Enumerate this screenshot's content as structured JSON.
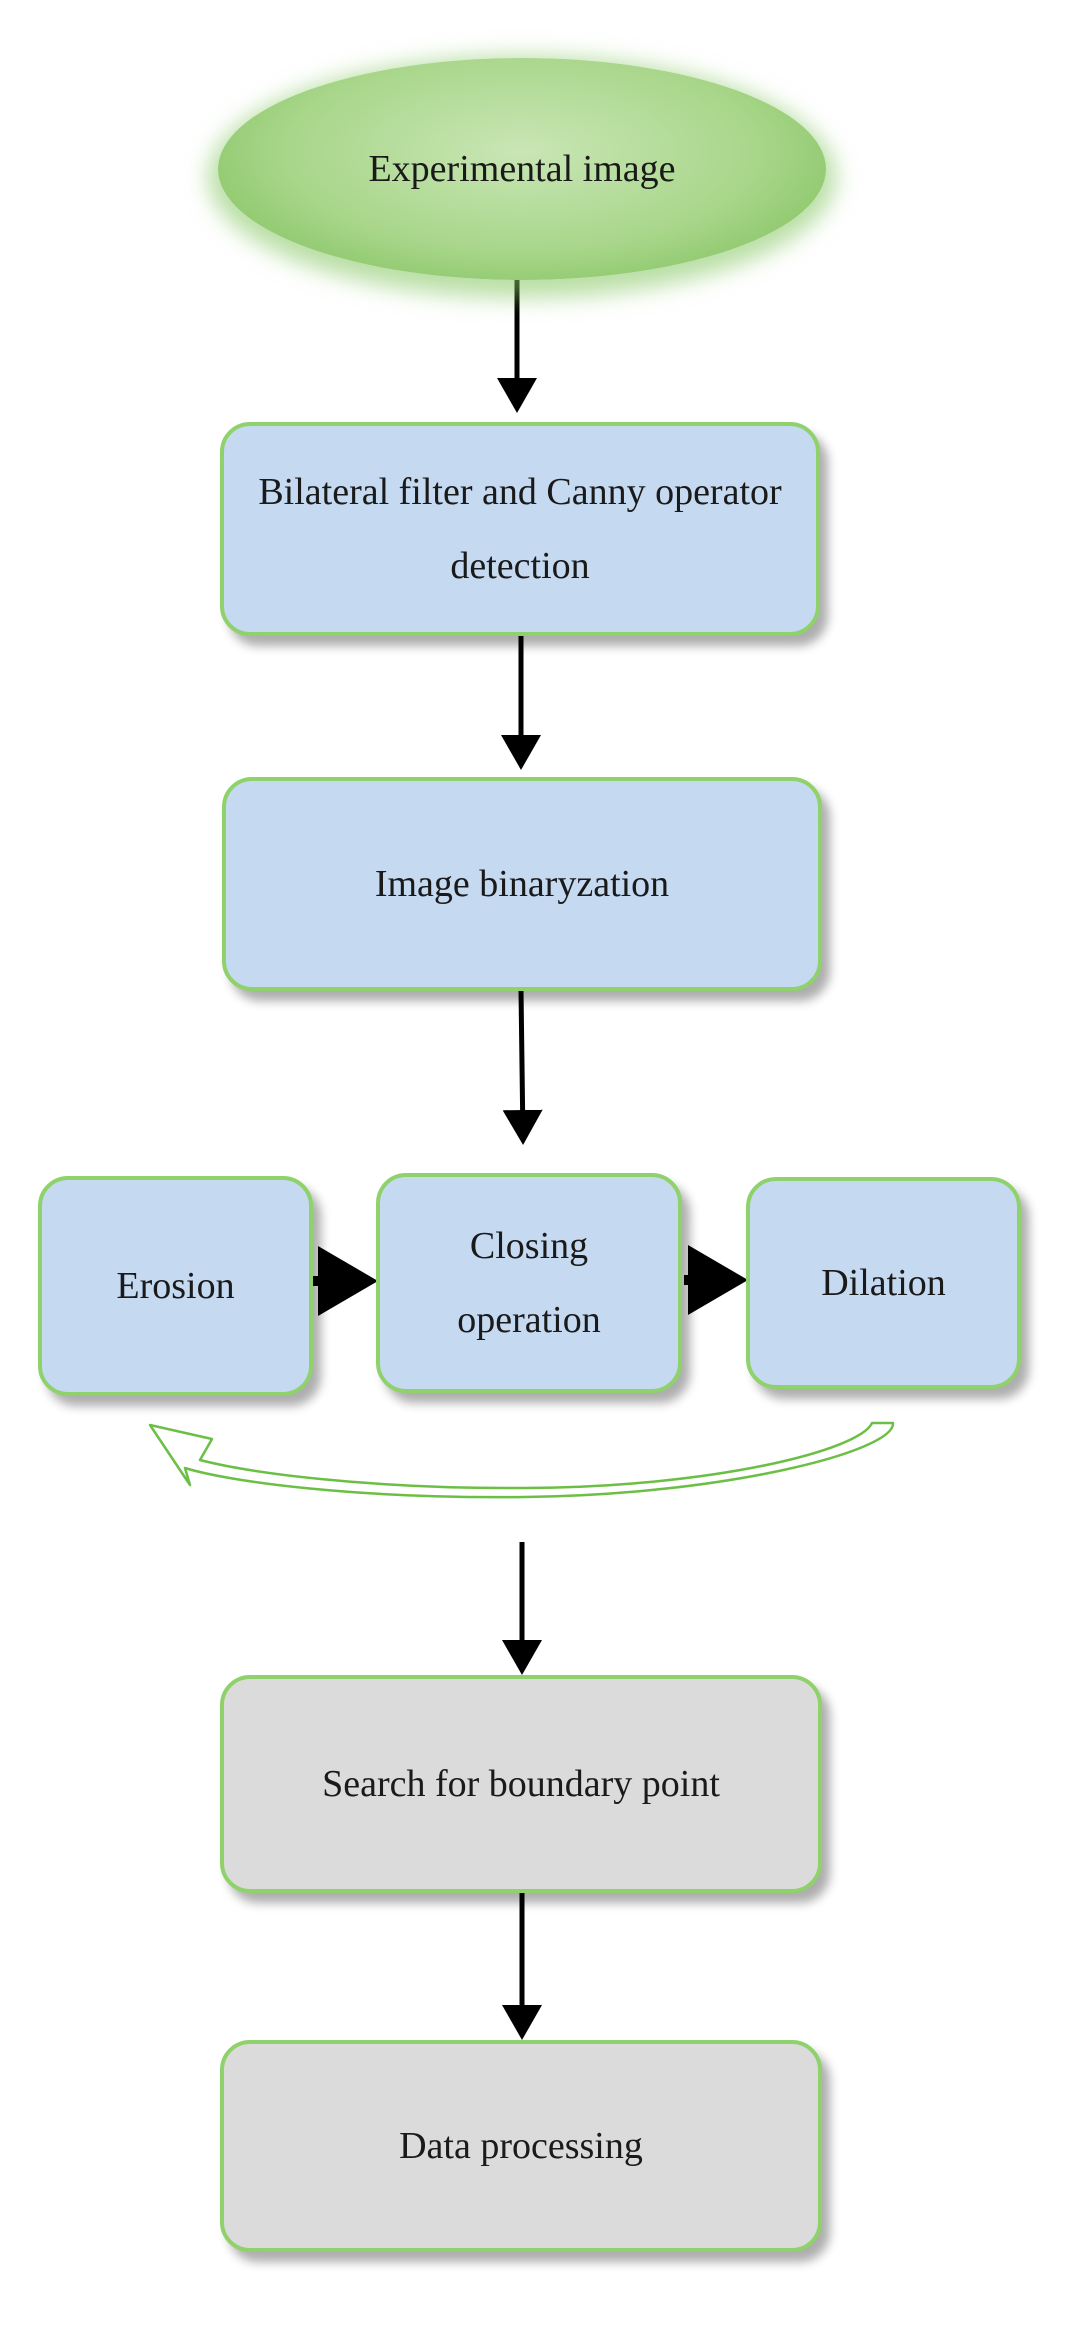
{
  "nodes": {
    "start": "Experimental image",
    "filter": "Bilateral filter and Canny operator detection",
    "binarize": "Image binaryzation",
    "erosion": "Erosion",
    "closing": "Closing operation",
    "dilation": "Dilation",
    "search": "Search for boundary point",
    "processing": "Data processing"
  },
  "colors": {
    "start_fill": "#a8d68a",
    "process_fill": "#c5d9f1",
    "output_fill": "#dcdbdb",
    "border": "#8fd16a",
    "arrow": "#000000"
  }
}
